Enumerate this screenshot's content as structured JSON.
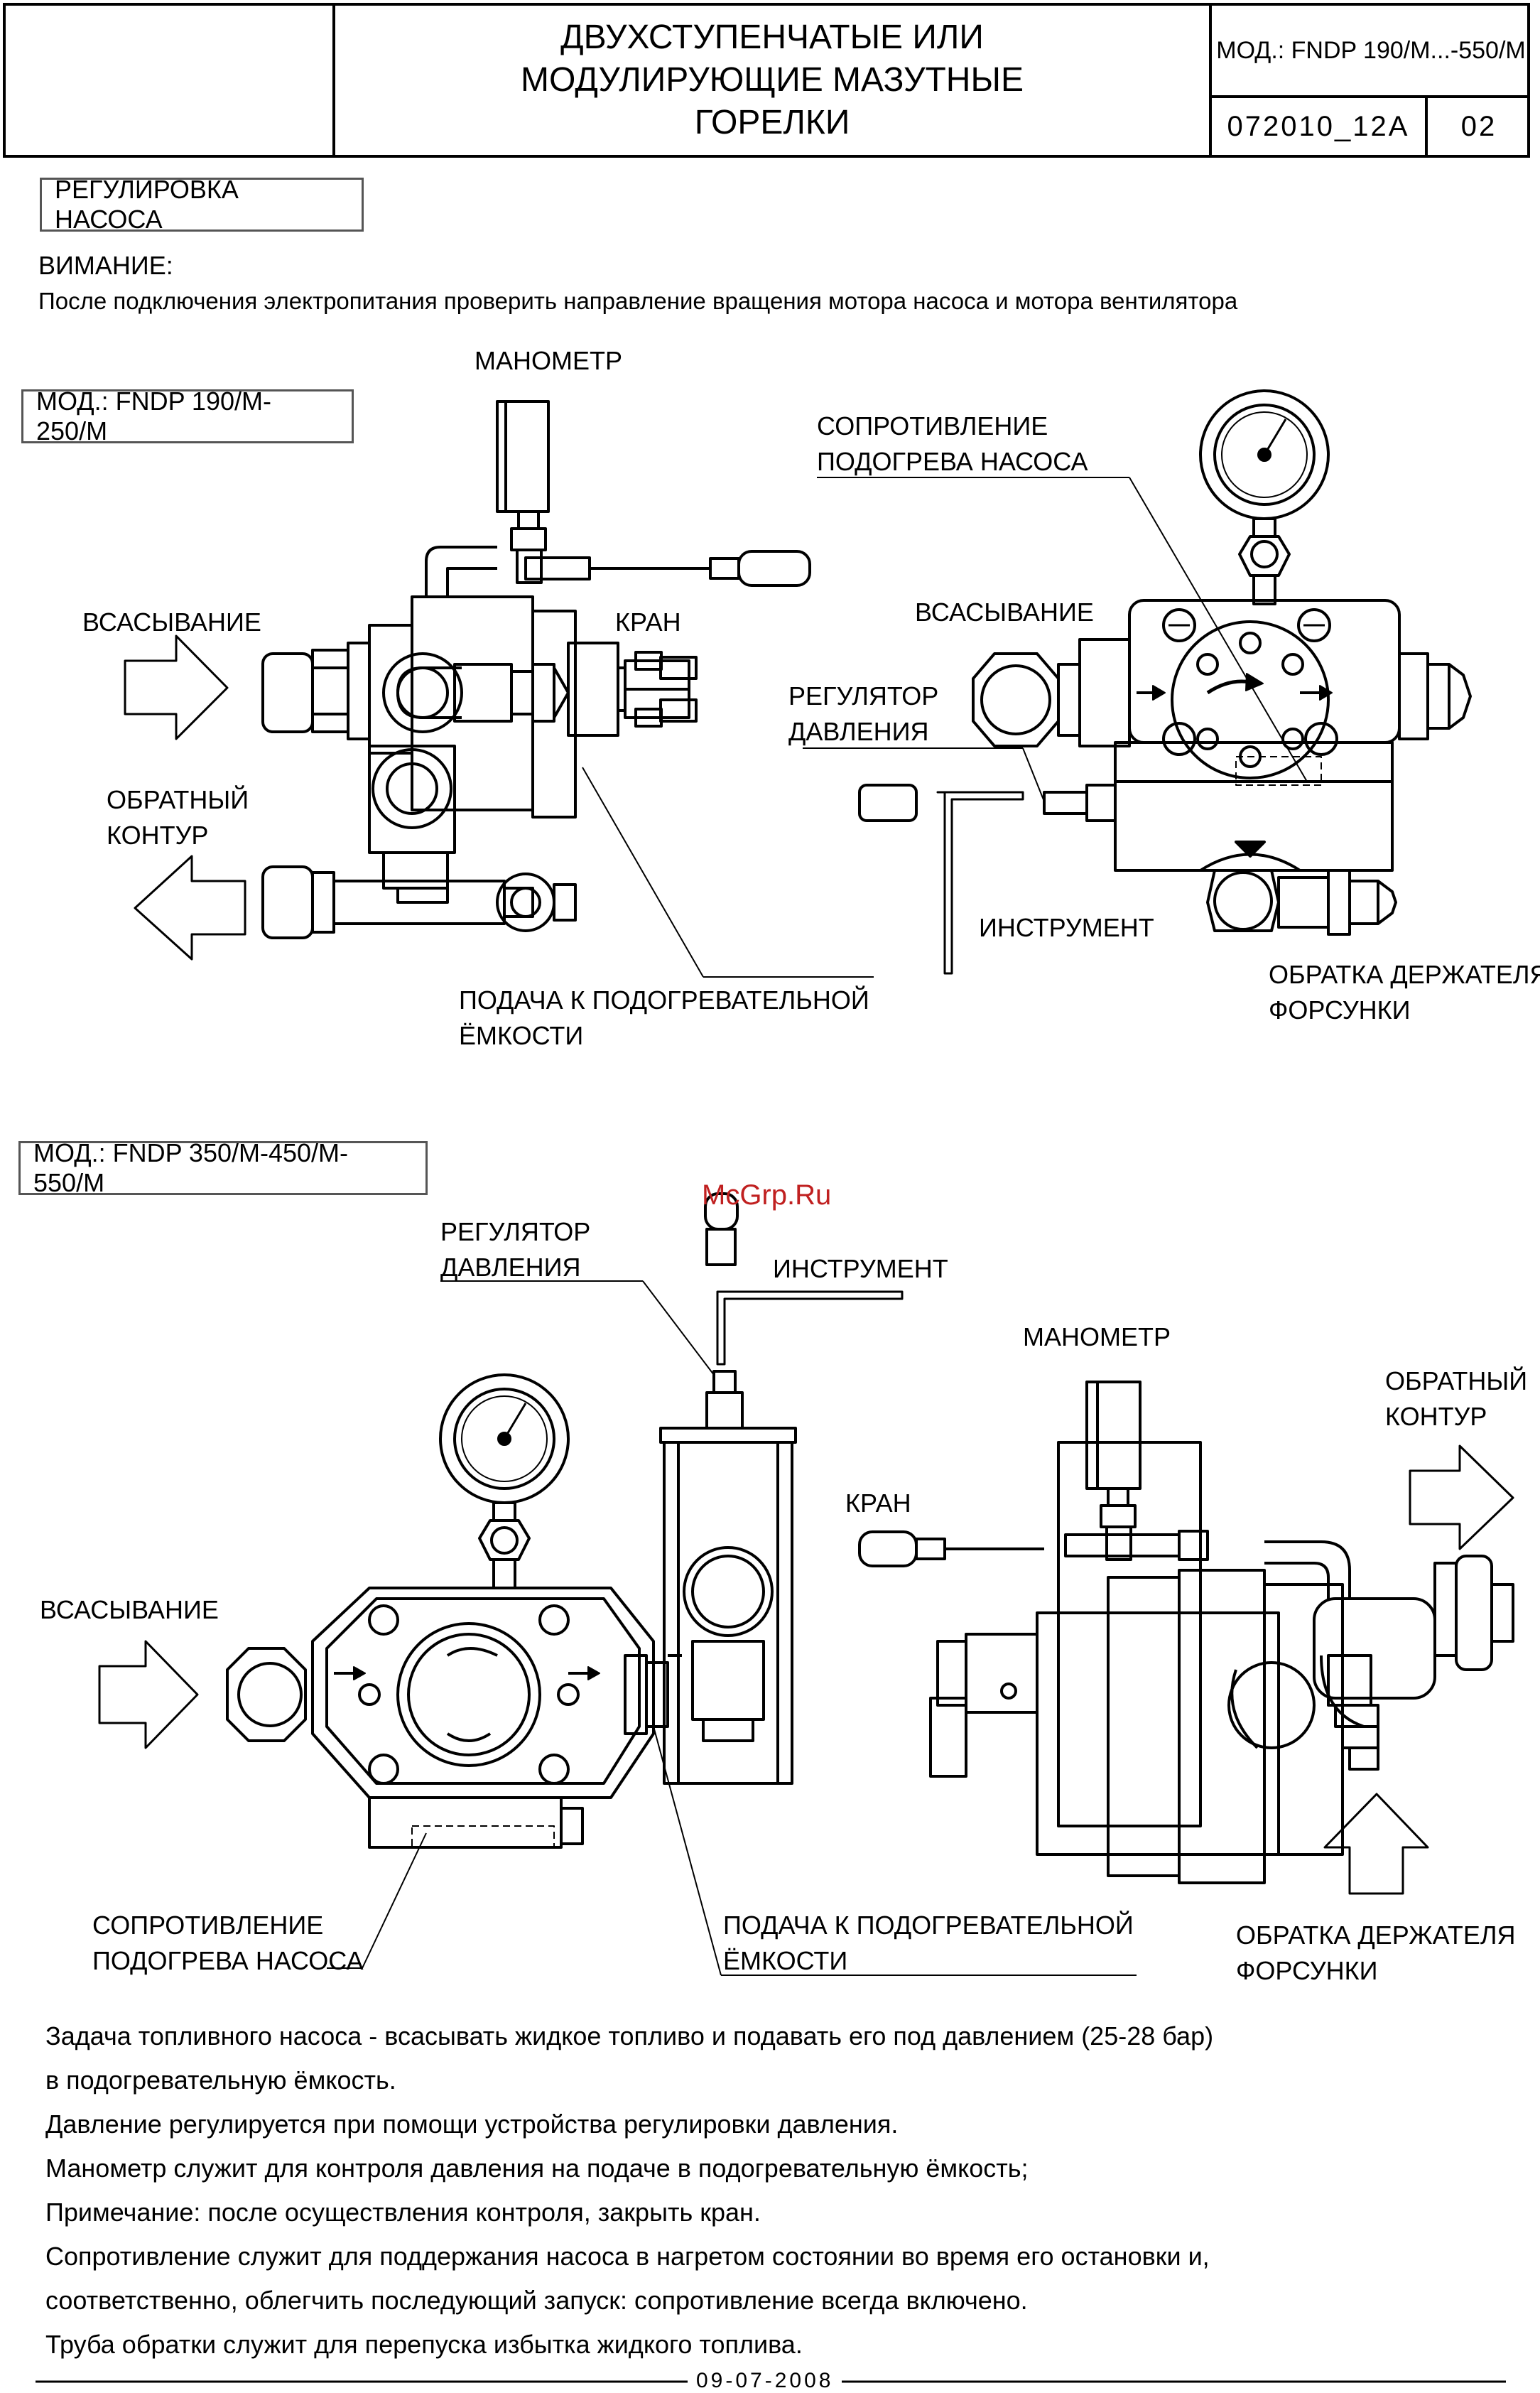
{
  "header": {
    "title_lines": [
      "ДВУХСТУПЕНЧАТЫЕ ИЛИ",
      "МОДУЛИРУЮЩИЕ МАЗУТНЫЕ",
      "ГОРЕЛКИ"
    ],
    "model": "МОД.: FNDP 190/M...-550/M",
    "doc_number": "072010_12A",
    "page": "02"
  },
  "section_title": "РЕГУЛИРОВКА НАСОСА",
  "warning": {
    "title": "ВИМАНИЕ:",
    "text": "После подключения электропитания проверить направление вращения мотора насоса и мотора вентилятора"
  },
  "diagram1": {
    "model_label": "МОД.: FNDP 190/M-250/M",
    "labels": {
      "manometer": "МАНОМЕТР",
      "suction_left": "ВСАСЫВАНИЕ",
      "valve": "КРАН",
      "return_line_1": "ОБРАТНЫЙ",
      "return_line_2": "КОНТУР",
      "feed_1": "ПОДАЧА К ПОДОГРЕВАТЕЛЬНОЙ",
      "feed_2": "ЁМКОСТИ",
      "heater_1": "СОПРОТИВЛЕНИЕ",
      "heater_2": "ПОДОГРЕВА НАСОСА",
      "suction_right": "ВСАСЫВАНИЕ",
      "regulator_1": "РЕГУЛЯТОР",
      "regulator_2": "ДАВЛЕНИЯ",
      "tool": "ИНСТРУМЕНТ",
      "nozzle_return_1": "ОБРАТКА ДЕРЖАТЕЛЯ",
      "nozzle_return_2": "ФОРСУНКИ"
    }
  },
  "diagram2": {
    "model_label": "МОД.: FNDP 350/M-450/M-550/M",
    "labels": {
      "regulator_1": "РЕГУЛЯТОР",
      "regulator_2": "ДАВЛЕНИЯ",
      "tool": "ИНСТРУМЕНТ",
      "manometer": "МАНОМЕТР",
      "return_line_1": "ОБРАТНЫЙ",
      "return_line_2": "КОНТУР",
      "valve": "КРАН",
      "suction": "ВСАСЫВАНИЕ",
      "heater_1": "СОПРОТИВЛЕНИЕ",
      "heater_2": "ПОДОГРЕВА НАСОСА",
      "feed_1": "ПОДАЧА К ПОДОГРЕВАТЕЛЬНОЙ",
      "feed_2": "ЁМКОСТИ",
      "nozzle_return_1": "ОБРАТКА ДЕРЖАТЕЛЯ",
      "nozzle_return_2": "ФОРСУНКИ"
    }
  },
  "watermark": "McGrp.Ru",
  "description": [
    "Задача топливного насоса - всасывать жидкое топливо и подавать его под давлением (25-28 бар)",
    "в подогревательную ёмкость.",
    "Давление регулируется при помощи устройства регулировки давления.",
    "Манометр служит для контроля давления на подаче в подогревательную ёмкость;",
    "Примечание: после осуществления контроля, закрыть кран.",
    "Сопротивление служит для поддержания насоса в нагретом состоянии во время его остановки и,",
    "соответственно, облегчить последующий запуск: сопротивление всегда включено.",
    "Труба обратки служит для перепуска избытка жидкого топлива."
  ],
  "footer_date": "09-07-2008"
}
